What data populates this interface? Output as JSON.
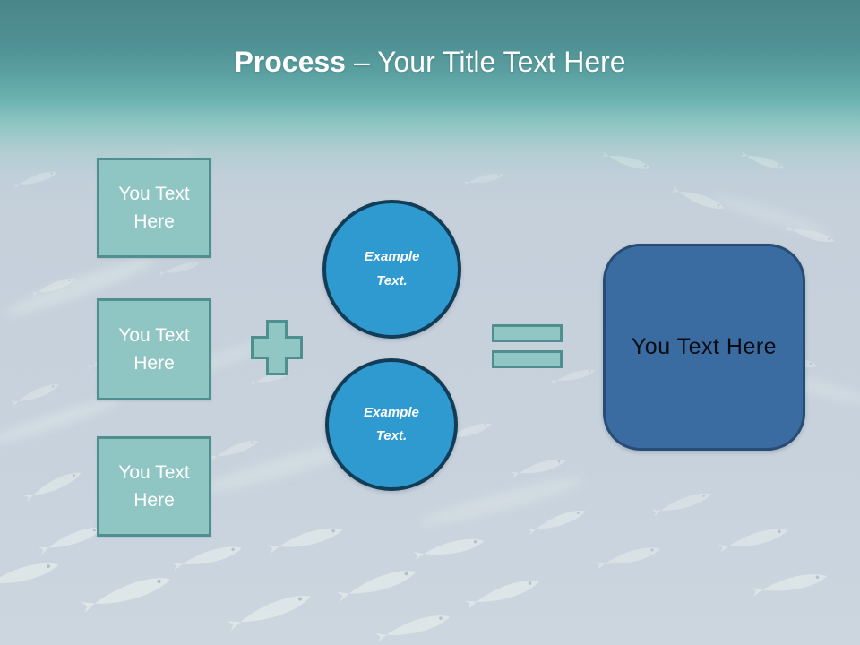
{
  "title": {
    "emphasis": "Process",
    "rest": "– Your Title Text Here"
  },
  "left_boxes": [
    {
      "label": "You Text Here"
    },
    {
      "label": "You Text Here"
    },
    {
      "label": "You Text Here"
    }
  ],
  "circles": [
    {
      "label": "Example Text."
    },
    {
      "label": "Example Text."
    }
  ],
  "result_box": {
    "label": "You Text Here"
  },
  "operators": {
    "plus": "plus-sign-shape",
    "equals": "equals-sign-shape"
  },
  "colors": {
    "header_teal_top": "#49868a",
    "header_teal_mid": "#6cb2b1",
    "background_light": "#c8d2dd",
    "teal_shape_fill": "#8fc6c4",
    "teal_shape_border": "#4f8f90",
    "circle_fill": "#2e9ad0",
    "circle_border": "#133c57",
    "result_box_fill": "#3a6ca2",
    "result_box_border": "#274d74",
    "title_text": "#ffffff",
    "box_text": "#ffffff",
    "result_text": "#0b0b12"
  }
}
